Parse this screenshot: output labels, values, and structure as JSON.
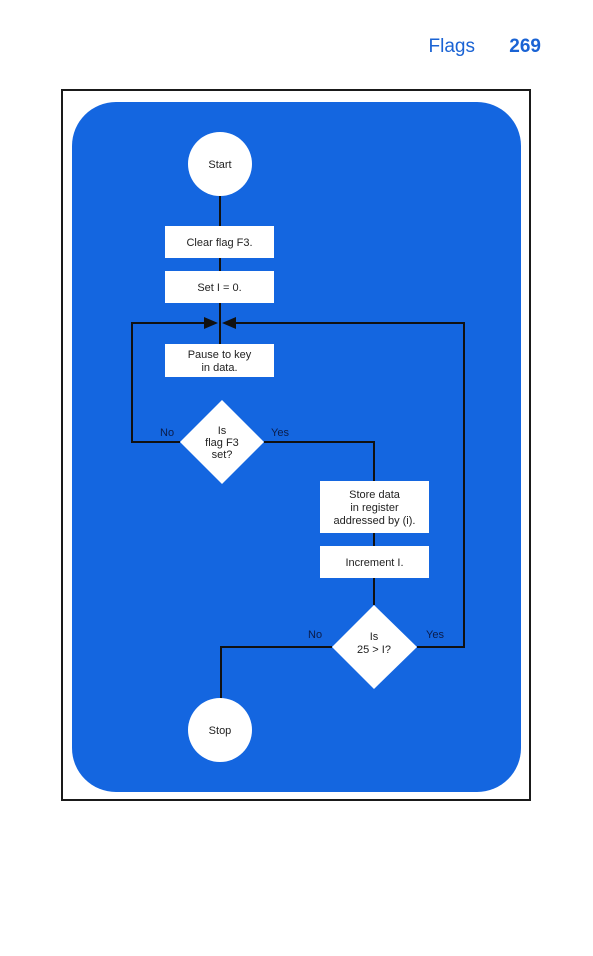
{
  "header": {
    "section": "Flags",
    "page_number": "269"
  },
  "flowchart": {
    "start": "Start",
    "stop": "Stop",
    "clear_flag": "Clear flag F3.",
    "set_i": "Set I = 0.",
    "pause": [
      "Pause to key",
      "in data."
    ],
    "flag_decision": [
      "Is",
      "flag F3",
      "set?"
    ],
    "store": [
      "Store data",
      "in register",
      "addressed by (i)."
    ],
    "increment": "Increment I.",
    "count_decision": [
      "Is",
      "25 > I?"
    ],
    "labels": {
      "no": "No",
      "yes": "Yes"
    }
  },
  "colors": {
    "accent": "#1a63d4",
    "panel": "#1466e0",
    "line": "#111111",
    "node": "#ffffff"
  }
}
